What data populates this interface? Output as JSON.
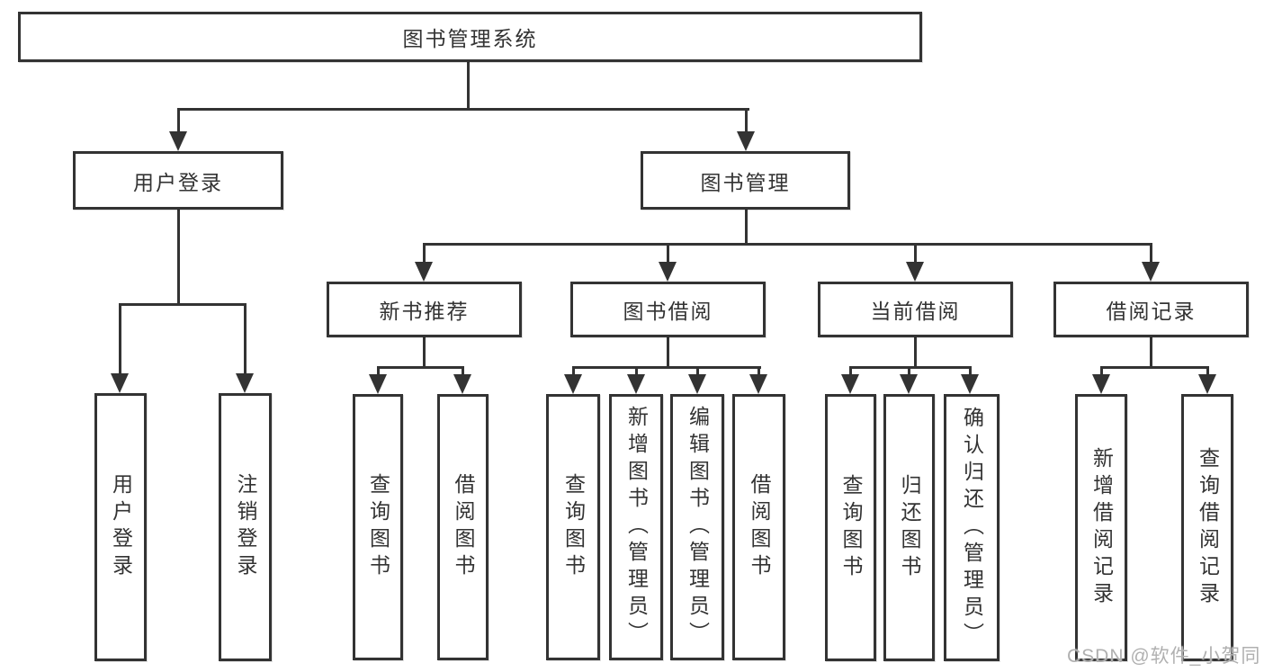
{
  "diagram": {
    "title": "图书管理系统",
    "root": {
      "label": "图书管理系统"
    },
    "branches": [
      {
        "label": "用户登录",
        "children": [
          {
            "label": "用户登录"
          },
          {
            "label": "注销登录"
          }
        ]
      },
      {
        "label": "图书管理",
        "children": [
          {
            "label": "新书推荐",
            "children": [
              {
                "label": "查询图书"
              },
              {
                "label": "借阅图书"
              }
            ]
          },
          {
            "label": "图书借阅",
            "children": [
              {
                "label": "查询图书"
              },
              {
                "label": "新增图书（管理员）"
              },
              {
                "label": "编辑图书（管理员）"
              },
              {
                "label": "借阅图书"
              }
            ]
          },
          {
            "label": "当前借阅",
            "children": [
              {
                "label": "查询图书"
              },
              {
                "label": "归还图书"
              },
              {
                "label": "确认归还（管理员）"
              }
            ]
          },
          {
            "label": "借阅记录",
            "children": [
              {
                "label": "新增借阅记录"
              },
              {
                "label": "查询借阅记录"
              }
            ]
          }
        ]
      }
    ]
  },
  "watermark": {
    "text": "CSDN @软件_小贺同学"
  },
  "colors": {
    "line": "#333333",
    "text": "#333333",
    "watermark": "#b0b0b0",
    "background": "#ffffff"
  }
}
